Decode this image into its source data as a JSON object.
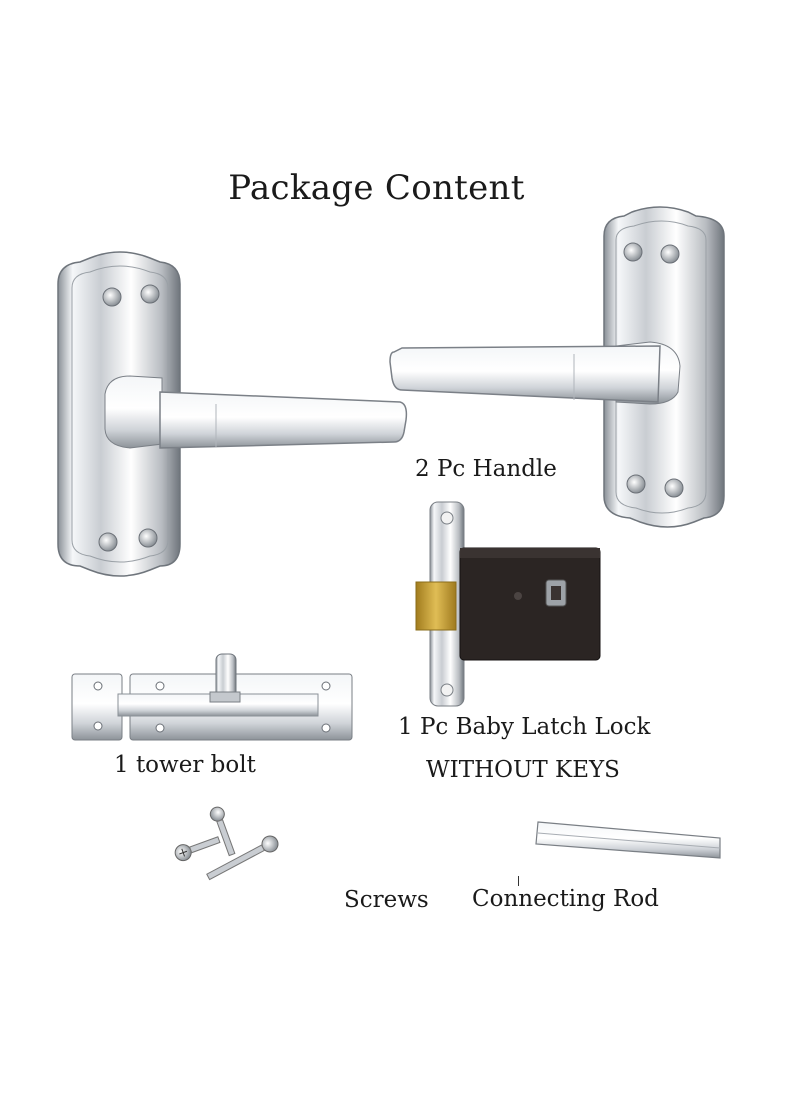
{
  "title": "Package Content",
  "items": {
    "handles": "2 Pc Handle",
    "latch_line1": "1 Pc Baby Latch Lock",
    "latch_line2": "WITHOUT KEYS",
    "tower_bolt": "1 tower bolt",
    "screws": "Screws",
    "connecting_rod": "Connecting Rod"
  },
  "icons": {
    "left_handle": "left-door-handle-icon",
    "right_handle": "right-door-handle-icon",
    "latch": "baby-latch-lock-icon",
    "bolt": "tower-bolt-icon",
    "screws": "screws-icon",
    "rod": "connecting-rod-icon"
  },
  "colors": {
    "background": "#ffffff",
    "text": "#1a1a1a",
    "chrome": "#d9dde2",
    "latch_body": "#2b2523",
    "brass": "#c9a233"
  }
}
